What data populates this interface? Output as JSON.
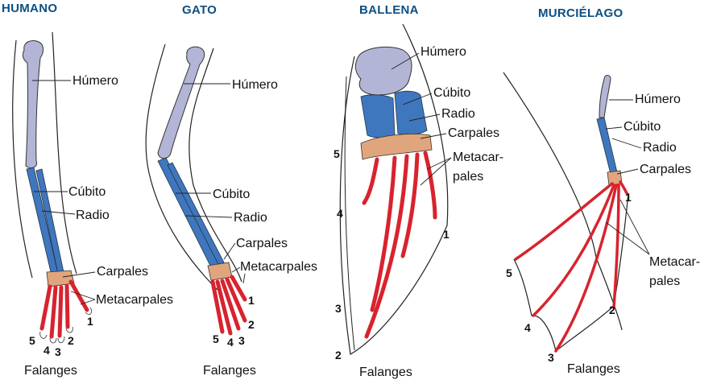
{
  "titles": {
    "humano": "HUMANO",
    "gato": "GATO",
    "ballena": "BALLENA",
    "murcielago": "MURCIÉLAGO"
  },
  "humano": {
    "humero": "Húmero",
    "cubito": "Cúbito",
    "radio": "Radio",
    "carpales": "Carpales",
    "metacarpales": "Metacarpales",
    "falanges": "Falanges",
    "digits": [
      "1",
      "2",
      "3",
      "4",
      "5"
    ]
  },
  "gato": {
    "humero": "Húmero",
    "cubito": "Cúbito",
    "radio": "Radio",
    "carpales": "Carpales",
    "metacarpales": "Metacarpales",
    "falanges": "Falanges",
    "digits": [
      "1",
      "2",
      "3",
      "4",
      "5"
    ]
  },
  "ballena": {
    "humero": "Húmero",
    "cubito": "Cúbito",
    "radio": "Radio",
    "carpales": "Carpales",
    "metacarpales_1": "Metacar-",
    "metacarpales_2": "pales",
    "falanges": "Falanges",
    "digits": [
      "1",
      "2",
      "3",
      "4",
      "5"
    ]
  },
  "murcielago": {
    "humero": "Húmero",
    "cubito": "Cúbito",
    "radio": "Radio",
    "carpales": "Carpales",
    "metacarpales_1": "Metacar-",
    "metacarpales_2": "pales",
    "falanges": "Falanges",
    "digits": [
      "1",
      "2",
      "3",
      "4",
      "5"
    ]
  },
  "colors": {
    "humerus": "#b3b5d6",
    "ulna_radius": "#3f77bf",
    "carpals": "#e0a57d",
    "metacarpals": "#d8232e",
    "outline": "#222222",
    "title": "#0b4f83"
  }
}
